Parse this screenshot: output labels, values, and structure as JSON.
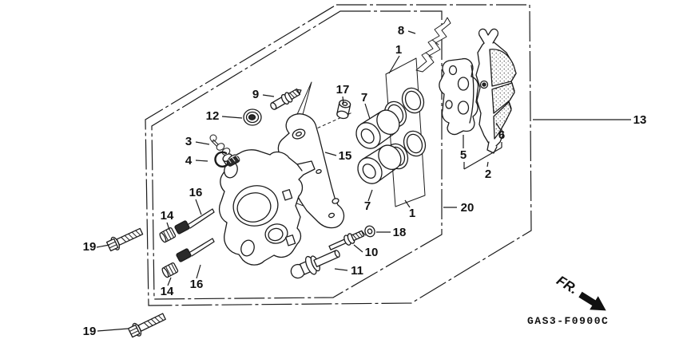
{
  "diagram": {
    "code": "GAS3-F0900C",
    "front_marker": "FR.",
    "callouts": {
      "c1": "1",
      "c2": "2",
      "c3": "3",
      "c4": "4",
      "c5": "5",
      "c6": "6",
      "c7": "7",
      "c8": "8",
      "c9": "9",
      "c10": "10",
      "c11": "11",
      "c12": "12",
      "c13": "13",
      "c14": "14",
      "c15": "15",
      "c16": "16",
      "c17": "17",
      "c18": "18",
      "c19": "19",
      "c20": "20"
    }
  }
}
